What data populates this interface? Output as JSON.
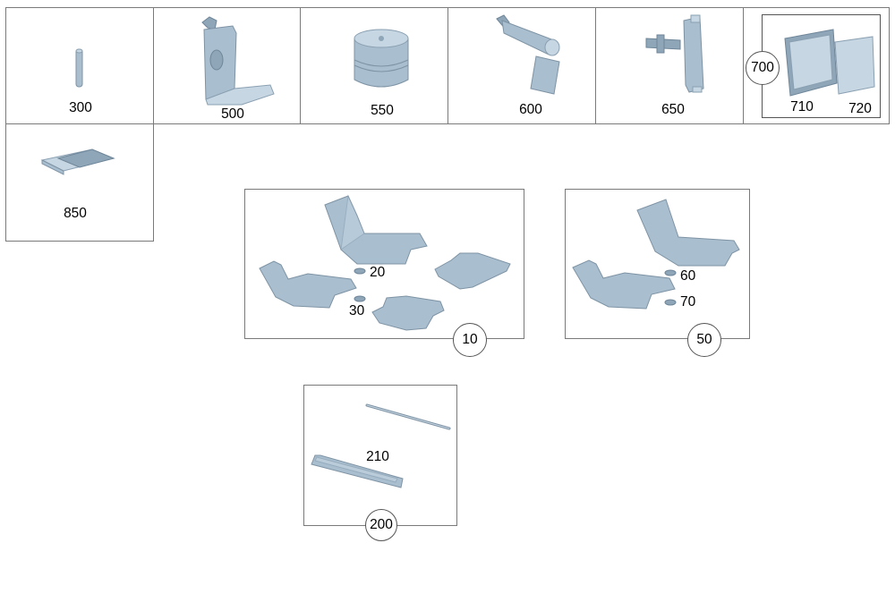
{
  "parts": {
    "p300": "300",
    "p500": "500",
    "p550": "550",
    "p600": "600",
    "p650": "650",
    "p700": "700",
    "p710": "710",
    "p720": "720",
    "p850": "850"
  },
  "mats_front": {
    "group": "10",
    "clip": "20",
    "clip2": "30"
  },
  "mats_rear": {
    "group": "50",
    "clip": "60",
    "clip2": "70"
  },
  "sill": {
    "group": "200",
    "strip": "210"
  }
}
